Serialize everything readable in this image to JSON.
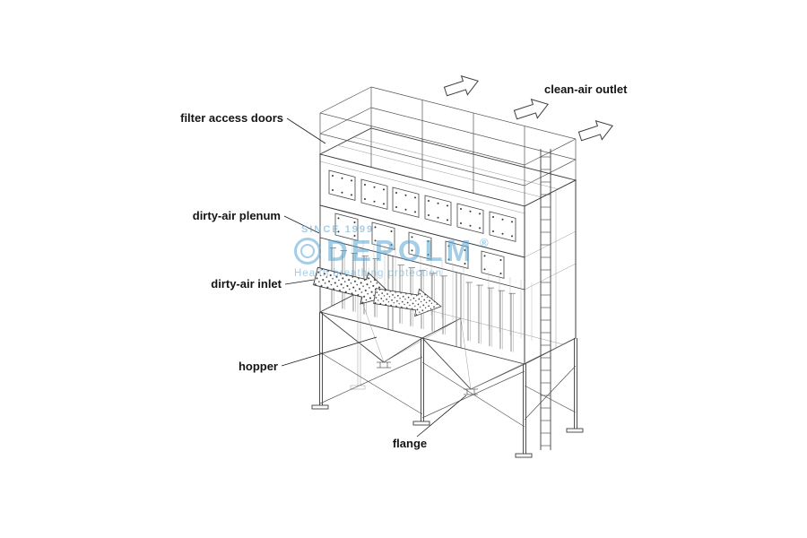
{
  "labels": {
    "filter_access_doors": "filter access doors",
    "dirty_air_plenum": "dirty-air plenum",
    "dirty_air_inlet": "dirty-air inlet",
    "hopper": "hopper",
    "flange": "flange",
    "clean_air_outlet": "clean-air outlet"
  },
  "watermark": {
    "since": "SINCE 1999",
    "brand": "DEPOLM",
    "registered": "®",
    "slogan": "Health breathing protection"
  },
  "colors": {
    "line": "#3d3d3d",
    "label_text": "#151515",
    "watermark_blue": "#5aa6d2"
  }
}
